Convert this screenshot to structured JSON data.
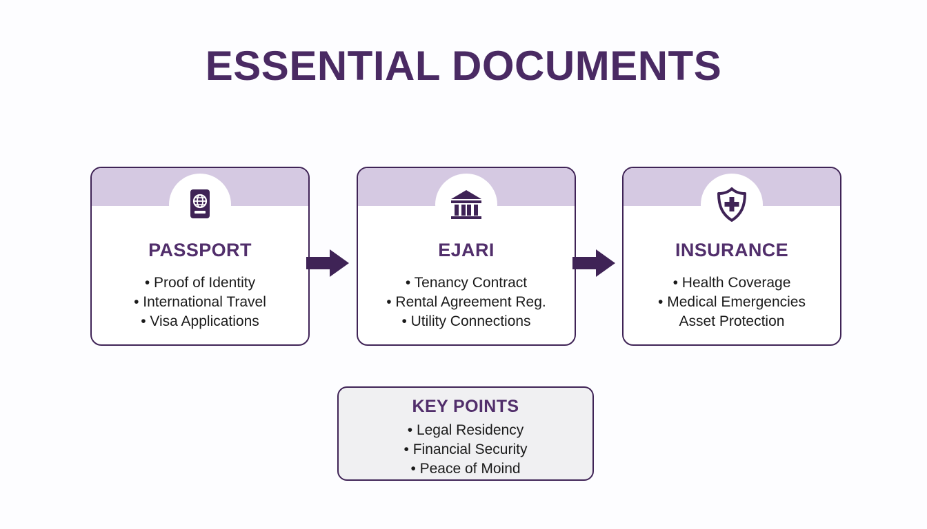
{
  "title": "ESSENTIAL DOCUMENTS",
  "colors": {
    "background": "#fdfdff",
    "title_purple": "#4a2a63",
    "heading_purple": "#512e6b",
    "border_purple": "#3f2356",
    "band_lavender": "#d5c9e2",
    "body_text": "#1a1a1a",
    "keypoints_fill": "#f0f0f2"
  },
  "cards": [
    {
      "icon": "passport-icon",
      "title": "PASSPORT",
      "items": [
        "• Proof of Identity",
        "• International Travel",
        "• Visa Applications"
      ]
    },
    {
      "icon": "bank-building-icon",
      "title": "EJARI",
      "items": [
        "• Tenancy Contract",
        "• Rental Agreement Reg.",
        "• Utility Connections"
      ]
    },
    {
      "icon": "shield-medical-icon",
      "title": "INSURANCE",
      "items": [
        "• Health Coverage",
        "• Medical Emergencies",
        "Asset Protection"
      ]
    }
  ],
  "arrows": [
    {
      "name": "arrow-passport-to-ejari"
    },
    {
      "name": "arrow-ejari-to-insurance"
    }
  ],
  "keypoints": {
    "title": "KEY POINTS",
    "items": [
      "• Legal Residency",
      "• Financial Security",
      "• Peace of Moind"
    ]
  }
}
